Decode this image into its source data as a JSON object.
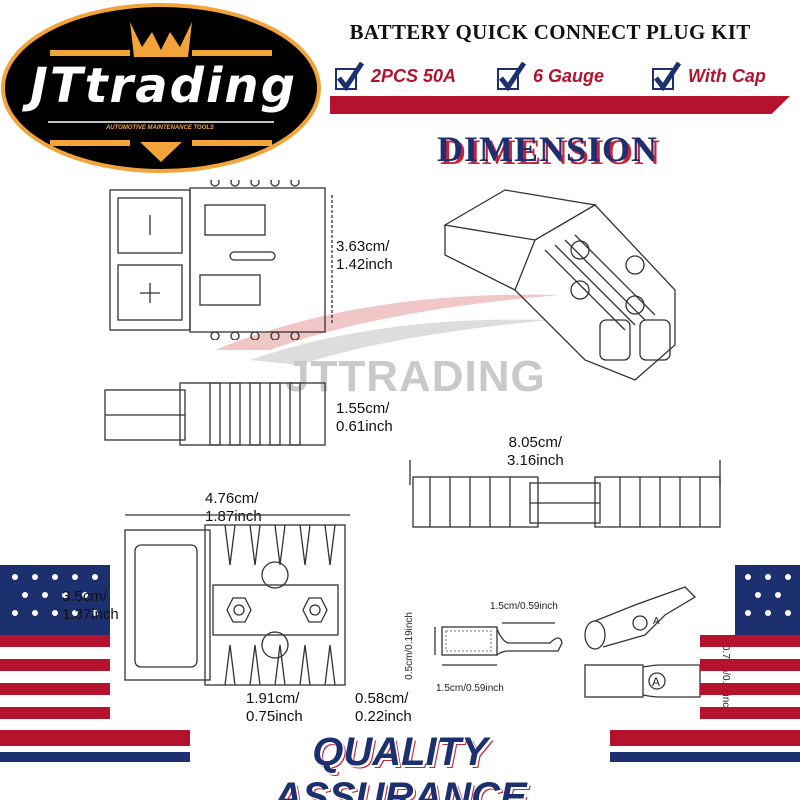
{
  "logo": {
    "brand": "JTtrading",
    "tagline": "AUTOMOTIVE MAINTENANCE TOOLS"
  },
  "title": "BATTERY QUICK CONNECT PLUG KIT",
  "features": [
    {
      "label": "2PCS 50A",
      "icon": "checkbox-checked-icon"
    },
    {
      "label": "6 Gauge",
      "icon": "checkbox-checked-icon"
    },
    {
      "label": "With Cap",
      "icon": "checkbox-checked-icon"
    }
  ],
  "section_heading": "DIMENSION",
  "watermark": "JTTRADING",
  "dimensions": {
    "height": {
      "cm": "3.63cm/",
      "inch": "1.42inch"
    },
    "thickness": {
      "cm": "1.55cm/",
      "inch": "0.61inch"
    },
    "length": {
      "cm": "8.05cm/",
      "inch": "3.16inch"
    },
    "width": {
      "cm": "4.76cm/",
      "inch": "1.87inch"
    },
    "front_height": {
      "cm": "3.5cm/",
      "inch": "1.37inch"
    },
    "terminal_spacing": {
      "cm": "1.91cm/",
      "inch": "0.75inch"
    },
    "edge_offset": {
      "cm": "0.58cm/",
      "inch": "0.22inch"
    },
    "contact_tail": "1.5cm/0.59inch",
    "contact_barrel": "1.5cm/0.59inch",
    "contact_diameter": "0.5cm/0.19inch",
    "contact_tip": "0.7cm/0.27inch",
    "contact_mark": "A"
  },
  "footer": "QUALITY ASSURANCE",
  "colors": {
    "navy": "#1c2f6e",
    "red": "#b5122e",
    "orange": "#f2a43a"
  }
}
